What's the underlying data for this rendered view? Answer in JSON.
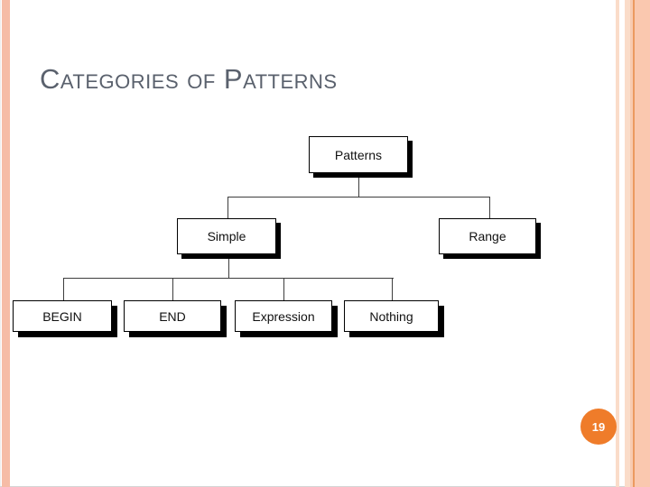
{
  "slide": {
    "title": "Categories of Patterns",
    "page_number": "19",
    "accent_color": "#ef7c2a",
    "edge_stripe_color": "#f6bca6"
  },
  "diagram": {
    "type": "tree",
    "nodes": [
      {
        "id": "patterns",
        "label": "Patterns",
        "parent": null
      },
      {
        "id": "simple",
        "label": "Simple",
        "parent": "patterns"
      },
      {
        "id": "range",
        "label": "Range",
        "parent": "patterns"
      },
      {
        "id": "begin",
        "label": "BEGIN",
        "parent": "simple"
      },
      {
        "id": "end",
        "label": "END",
        "parent": "simple"
      },
      {
        "id": "expression",
        "label": "Expression",
        "parent": "simple"
      },
      {
        "id": "nothing",
        "label": "Nothing",
        "parent": "simple"
      }
    ]
  }
}
